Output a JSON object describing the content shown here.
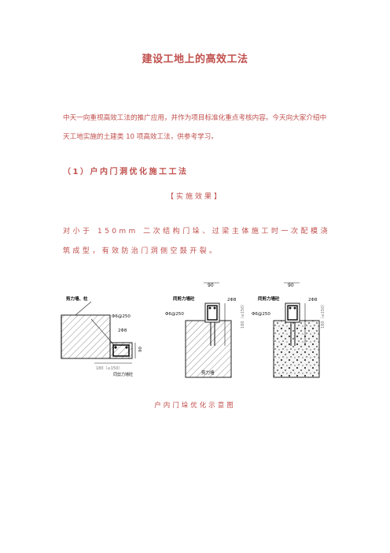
{
  "title": "建设工地上的高效工法",
  "intro": "中天一向重视高效工法的推广应用，并作为项目标准化重点考核内容。今天向大家介绍中天工地实施的土建类 10 项高效工法，供参考学习。",
  "section_heading": "（1）户内门洞优化施工工法",
  "subheading": "【实施效果】",
  "body_text": "对小于 150mm 二次结构门垛、过梁主体施工时一次配模浇筑成型，有效防治门洞侧空鼓开裂。",
  "figure": {
    "caption": "户内门垛优化示意图",
    "fig1": {
      "label_wall": "剪力墙、柱",
      "label_rebar": "Φ6@250",
      "label_bar": "2Φ8",
      "label_dim_v": "90",
      "label_dim_h": "180（≤150）",
      "label_edge": "同剪力墙砼"
    },
    "fig2": {
      "label_top": "90",
      "label_edge": "同剪力墙砼",
      "label_bar": "2Φ8",
      "label_rebar": "Φ6@250",
      "label_dim_v": "180（≤150）",
      "label_wall": "剪力墙"
    },
    "fig3": {
      "label_top": "90",
      "label_edge": "同剪力墙砼",
      "label_bar": "2Φ8",
      "label_rebar": "Φ6@250",
      "label_dim_v": "180（≤150）"
    }
  }
}
